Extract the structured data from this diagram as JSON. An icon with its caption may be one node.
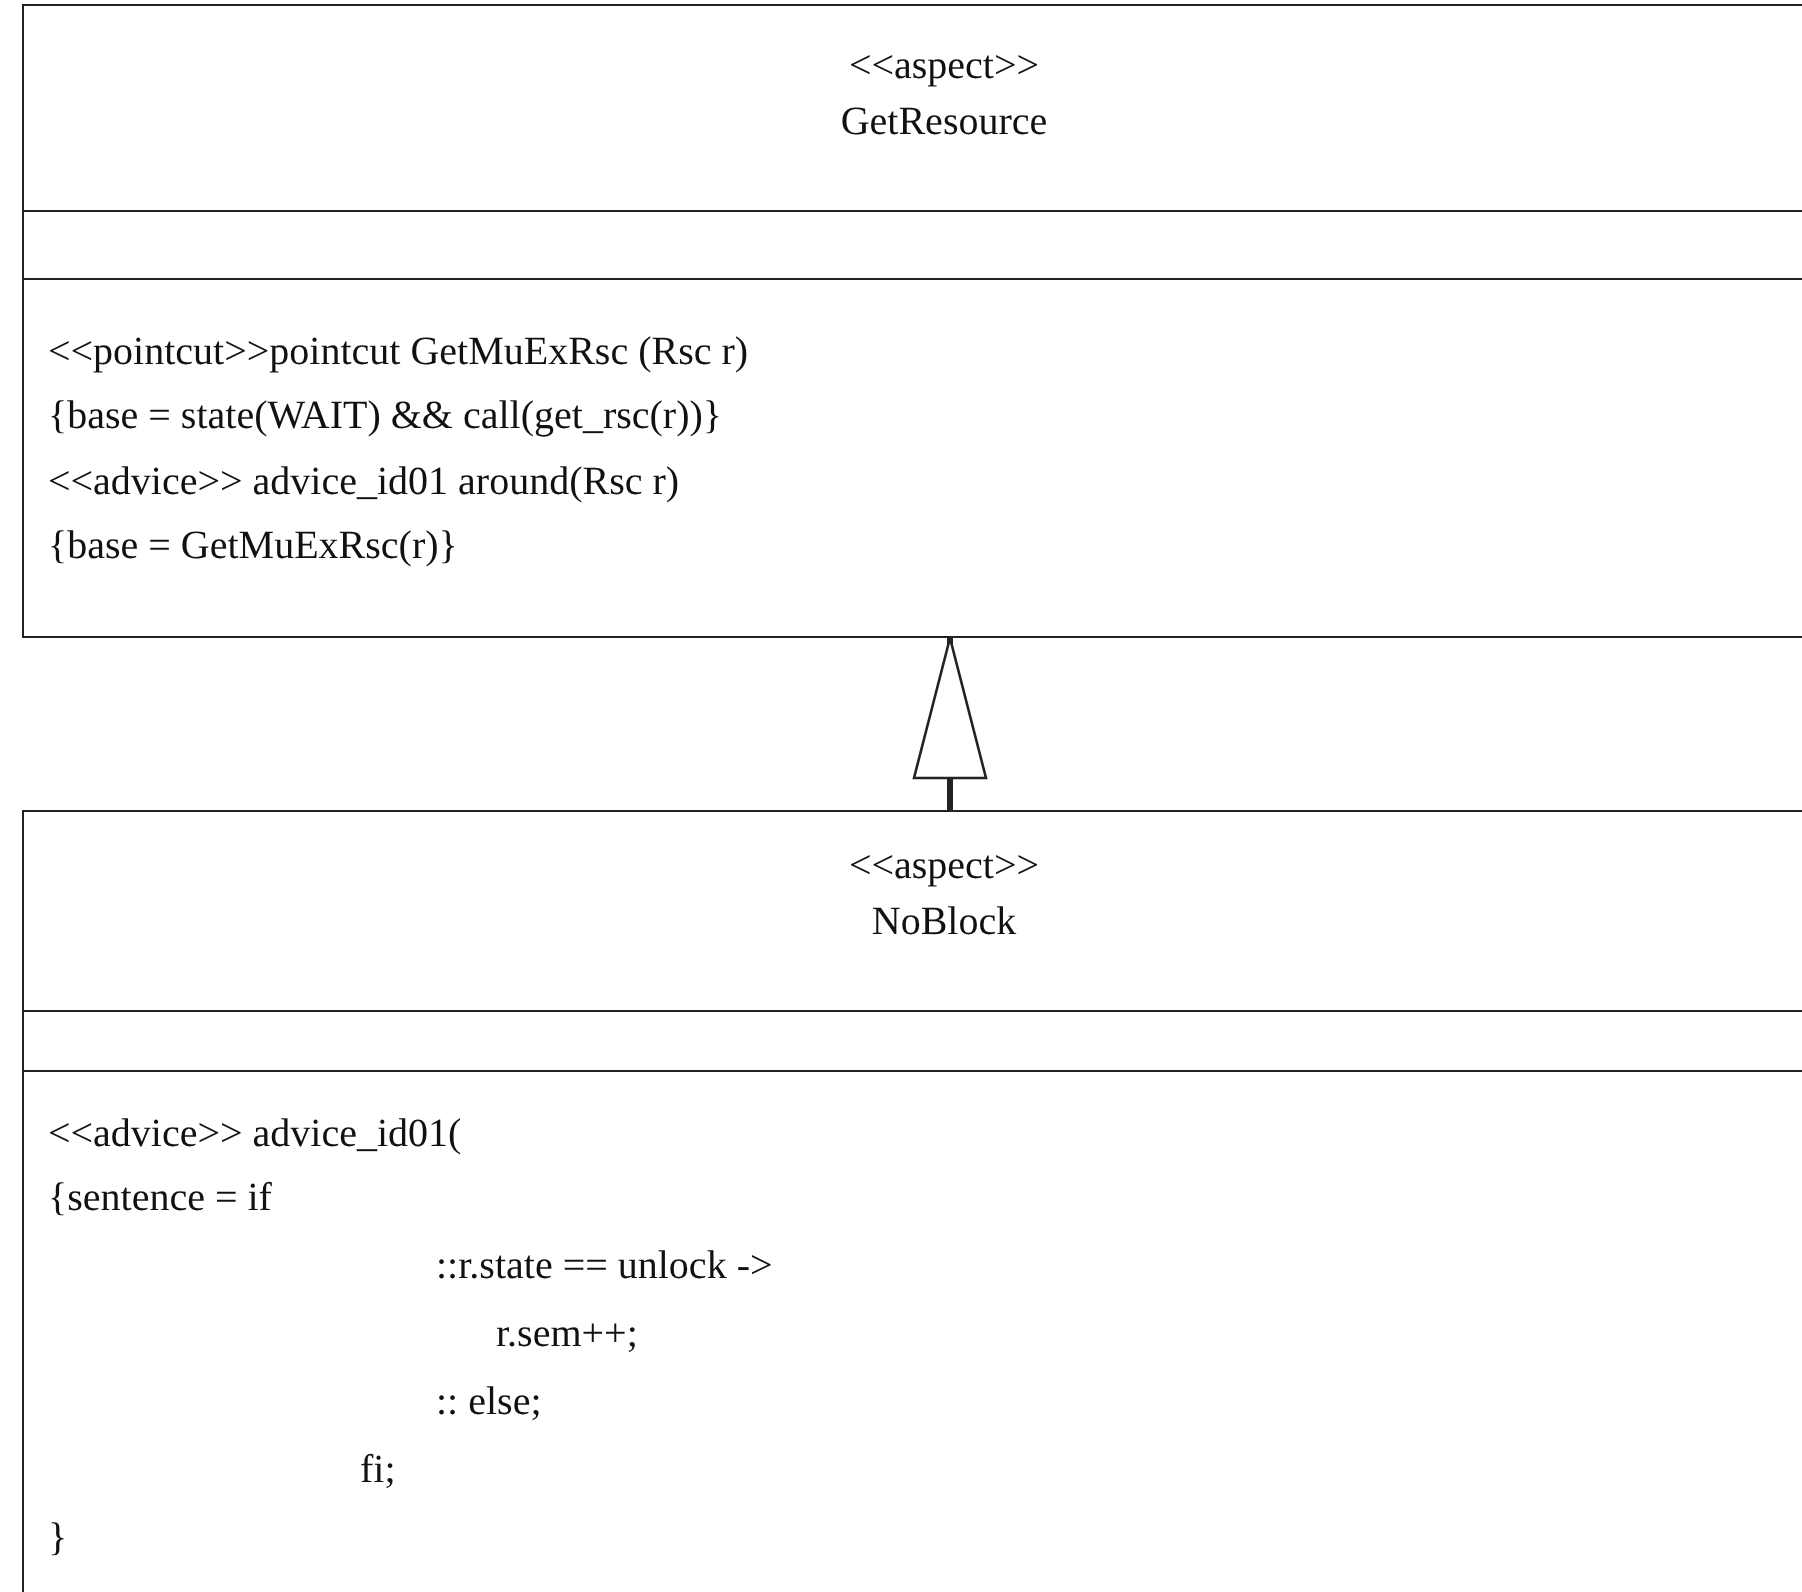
{
  "diagram": {
    "nodes": [
      {
        "text": [
          "<<aspect>>",
          "GetResource",
          "<<pointcut>>pointcut GetMuExRsc (Rsc r)",
          "{base = state(WAIT) && call(get_rsc(r))}",
          "<<advice>> advice_id01 around(Rsc r)",
          "{base = GetMuExRsc(r)}"
        ]
      },
      {
        "text": [
          "<<aspect>>",
          "NoBlock",
          "<<advice>> advice_id01(",
          "{sentence = if",
          "::r.state == unlock ->",
          "r.sem++;",
          ":: else;",
          "fi;",
          "}"
        ]
      }
    ],
    "edges": [
      {
        "from": 1,
        "to": 0,
        "arrow": "to"
      }
    ]
  }
}
